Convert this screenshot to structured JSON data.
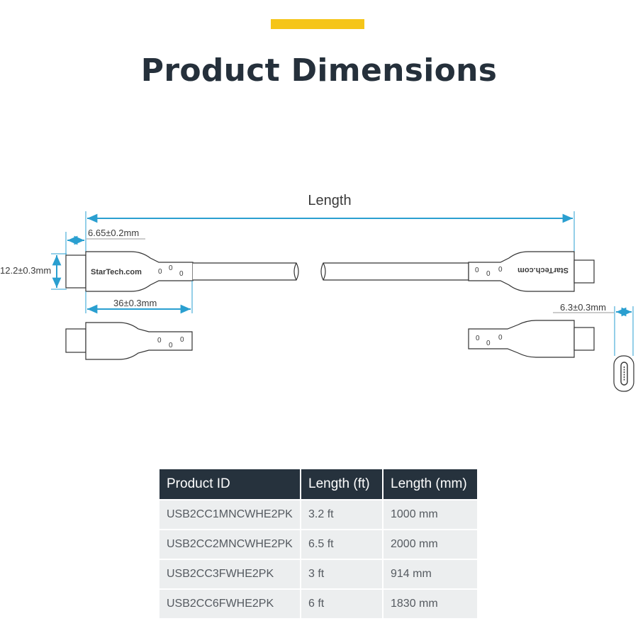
{
  "title": "Product Dimensions",
  "colors": {
    "accent": "#f5c518",
    "dimension": "#2a9fd0",
    "header_bg": "#26323d",
    "row_bg": "#eceeef"
  },
  "diagram": {
    "length_label": "Length",
    "dim_tip_depth": "6.65±0.2mm",
    "dim_height": "12.2±0.3mm",
    "dim_body_length": "36±0.3mm",
    "dim_thickness": "6.3±0.3mm",
    "brand_left": "StarTech.com",
    "brand_right": "StarTech.com",
    "marks": [
      "0",
      "0",
      "0"
    ]
  },
  "table": {
    "headers": [
      "Product ID",
      "Length (ft)",
      "Length (mm)"
    ],
    "rows": [
      [
        "USB2CC1MNCWHE2PK",
        "3.2 ft",
        "1000 mm"
      ],
      [
        "USB2CC2MNCWHE2PK",
        "6.5 ft",
        "2000 mm"
      ],
      [
        "USB2CC3FWHE2PK",
        "3 ft",
        "914 mm"
      ],
      [
        "USB2CC6FWHE2PK",
        "6 ft",
        "1830 mm"
      ]
    ]
  }
}
